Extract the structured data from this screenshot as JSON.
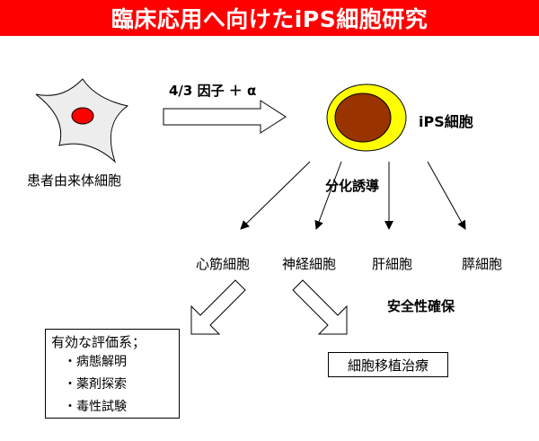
{
  "title": "臨床応用へ向けたiPS細胞研究",
  "reprogramming_label": "4/3 因子 ＋ α",
  "patient_cell_label": "患者由来体細胞",
  "ips_cell_label": "iPS細胞",
  "differentiation_label": "分化誘導",
  "cell_types": [
    "心筋細胞",
    "神経細胞",
    "肝細胞",
    "膵細胞"
  ],
  "safety_label": "安全性確保",
  "evaluation": {
    "heading": "有効な評価系；",
    "items": [
      "・病態解明",
      "・薬剤探索",
      "・毒性試験"
    ]
  },
  "transplant_label": "細胞移植治療",
  "colors": {
    "title_bar": "#ff0000",
    "patient_cell_fill": "#ededed",
    "patient_nucleus": "#ff0000",
    "ips_outer": "#ffff00",
    "ips_nucleus": "#993300"
  }
}
